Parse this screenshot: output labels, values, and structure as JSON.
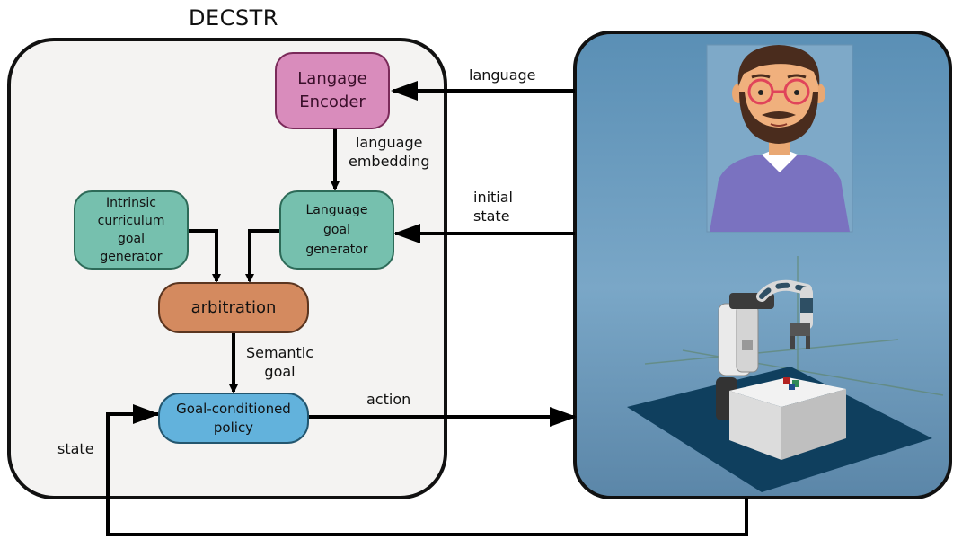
{
  "title": "DECSTR",
  "nodes": {
    "encoder": [
      "Langage",
      "Encoder"
    ],
    "intrinsic": [
      "Intrinsic",
      "curriculum",
      "goal",
      "generator"
    ],
    "language_goal": [
      "Language",
      "goal",
      "generator"
    ],
    "arbitration": "arbitration",
    "policy": [
      "Goal-conditioned",
      "policy"
    ]
  },
  "edge_labels": {
    "language": "language",
    "language_embedding": [
      "language",
      "embedding"
    ],
    "initial_state": [
      "initial",
      "state"
    ],
    "semantic_goal": [
      "Semantic",
      "goal"
    ],
    "action": "action",
    "state": "state"
  },
  "colors": {
    "encoder_fill": "#d98cbc",
    "encoder_border": "#7a2a5a",
    "generator_fill": "#76c0ae",
    "generator_border": "#2d6a58",
    "arbitration_fill": "#d48a5f",
    "arbitration_border": "#5a3520",
    "policy_fill": "#62b2dc",
    "policy_border": "#23566f",
    "panel_fill": "#f4f3f2",
    "env_bg": "#4f81a6"
  },
  "icons": {
    "person": "person-avatar-icon",
    "robot": "robot-arm-icon",
    "cube": "table-with-cubes-icon"
  }
}
